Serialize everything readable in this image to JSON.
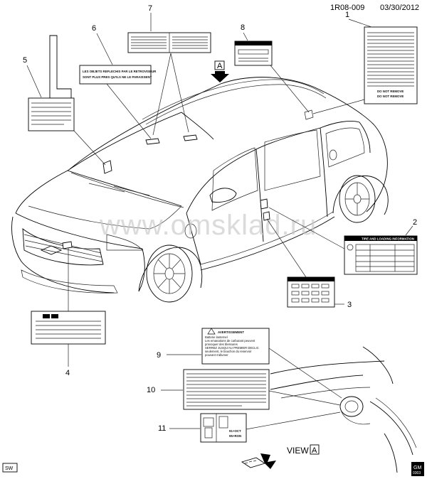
{
  "header": {
    "code": "1R08-009",
    "date": "03/30/2012"
  },
  "watermark": "www.omsklad.ru",
  "view_arrow_label": "A",
  "view_label": "VIEW",
  "view_label_letter": "A",
  "corner_left": "SW",
  "corner_right": {
    "line1": "GM",
    "line2": "0303"
  },
  "callouts": [
    "1",
    "2",
    "3",
    "4",
    "5",
    "6",
    "7",
    "8",
    "9",
    "10",
    "11"
  ],
  "labels": {
    "l6": {
      "line1": "LES OBJETS REFLECHIS PAR LE RETROVISEUR",
      "line2": "SONT PLUS PRES QU'ILS NE LE PARAISSENT"
    },
    "l2": {
      "title": "TIRE AND LOADING INFORMATION"
    },
    "l9": {
      "title": "AVERTISSEMENT",
      "lines": [
        "Batterie lanternel",
        "Les emanations de carburant peuvent",
        "provoquer des blessures",
        "SERREZ JUSQU'AU PREMIER DECLIC",
        "seulement, le bouchon du reservoir",
        "pouvant s'allumer"
      ]
    },
    "l1": {
      "lines": [
        "DO NOT REMOVE",
        "DO NOT REMOVE"
      ]
    },
    "l11": {
      "lines": [
        "91+OCT",
        "95+RON"
      ]
    }
  }
}
